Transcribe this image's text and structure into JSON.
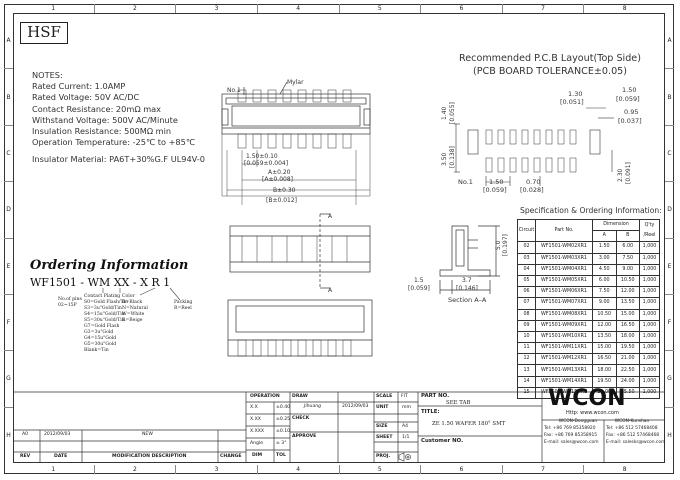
{
  "frame": {
    "columns": [
      "1",
      "2",
      "3",
      "4",
      "5",
      "6",
      "7",
      "8"
    ],
    "rows": [
      "A",
      "B",
      "C",
      "D",
      "E",
      "F",
      "G",
      "H"
    ]
  },
  "logo": "HSF",
  "notes": {
    "heading": "NOTES:",
    "lines": [
      "Rated Current: 1.0AMP",
      "Rated Voltage: 50V AC/DC",
      "Contact Resistance: 20mΩ  max",
      "Withstand Voltage: 500V AC/Minute",
      "Insulation Resistance: 500MΩ  min",
      "Operation Temperature: -25℃  to +85℃"
    ],
    "insulator": "Insulator Material: PA6T+30%G.F UL94V-0"
  },
  "ordering": {
    "title": "Ordering Information",
    "code": "WF1501 - WM XX  -  X R 1",
    "legend": {
      "pins": [
        "No.of pins",
        "02~15P"
      ],
      "plating": [
        "Contact Plating",
        "S0=Gold Flash/Tin",
        "S3=3u\"Gold/Tin",
        "S4=15u\"Gold/Tin",
        "S5=30u\"Gold/Tin",
        "G7=Gold Flash",
        "G3=3u\"Gold",
        "G4=15u\"Gold",
        "G5=30u\"Gold",
        "Blank=Tin"
      ],
      "color": [
        "Color",
        "B=Black",
        "N=Natural",
        "W=White",
        "R=Beige"
      ],
      "packing": [
        "Packing",
        "R=Reel"
      ]
    }
  },
  "drawing": {
    "label_no1": "No.1",
    "label_mylar": "Mylar",
    "dim_150": "1.50±0.10",
    "dim_150_in": "[0.059±0.004]",
    "dim_a02": "A±0.20",
    "dim_a02_in": "[A±0.008]",
    "dim_b03": "B±0.30",
    "dim_b03_in": "[B±0.012]",
    "section_a": "A",
    "side_50": "5.0",
    "side_50_in": "[0.197]",
    "side_15": "1.5",
    "side_15_in": "[0.059]",
    "side_37": "3.7",
    "side_37_in": "[0.146]",
    "section_label": "Section A–A"
  },
  "pcb": {
    "title_line1": "Recommended P.C.B Layout(Top Side)",
    "title_line2": "(PCB BOARD TOLERANCE±0.05)",
    "dim_130": "1.30",
    "dim_130_in": "[0.051]",
    "dim_150": "1.50",
    "dim_150_in": "[0.059]",
    "dim_095": "0.95",
    "dim_095_in": "[0.037]",
    "dim_140": "1.40",
    "dim_140_in": "[0.055]",
    "dim_350": "3.50",
    "dim_350_in": "[0.138]",
    "dim_230": "2.30",
    "dim_230_in": "[0.091]",
    "dim_070": "0.70",
    "dim_070_in": "[0.028]",
    "dim_150b": "1.50",
    "dim_150b_in": "[0.059]",
    "label_no1": "No.1"
  },
  "spec": {
    "title": "Specification & Ordering Information:",
    "headers": {
      "circuit": "Circuit",
      "part": "Part No.",
      "dimension": "Dimension",
      "a": "A",
      "b": "B",
      "qty": "Q'ty /Reel"
    },
    "rows": [
      [
        "02",
        "WF1501-WM02XR1",
        "1.50",
        "6.00",
        "1,000"
      ],
      [
        "03",
        "WF1501-WM03XR1",
        "3.00",
        "7.50",
        "1,000"
      ],
      [
        "04",
        "WF1501-WM04XR1",
        "4.50",
        "9.00",
        "1,000"
      ],
      [
        "05",
        "WF1501-WM05XR1",
        "6.00",
        "10.50",
        "1,000"
      ],
      [
        "06",
        "WF1501-WM06XR1",
        "7.50",
        "12.00",
        "1,000"
      ],
      [
        "07",
        "WF1501-WM07XR1",
        "9.00",
        "13.50",
        "1,000"
      ],
      [
        "08",
        "WF1501-WM08XR1",
        "10.50",
        "15.00",
        "1,000"
      ],
      [
        "09",
        "WF1501-WM09XR1",
        "12.00",
        "16.50",
        "1,000"
      ],
      [
        "10",
        "WF1501-WM10XR1",
        "13.50",
        "18.00",
        "1,000"
      ],
      [
        "11",
        "WF1501-WM11XR1",
        "15.00",
        "19.50",
        "1,000"
      ],
      [
        "12",
        "WF1501-WM12XR1",
        "16.50",
        "21.00",
        "1,000"
      ],
      [
        "13",
        "WF1501-WM13XR1",
        "18.00",
        "22.50",
        "1,000"
      ],
      [
        "14",
        "WF1501-WM14XR1",
        "19.50",
        "24.00",
        "1,000"
      ],
      [
        "15",
        "WF1501-WM15XR1",
        "21.00",
        "25.50",
        "1,000"
      ]
    ]
  },
  "titleblock": {
    "rev_row": {
      "rev": "A0",
      "date": "2012/09/03",
      "desc": "NEW"
    },
    "headers": {
      "rev": "REV",
      "date": "DATE",
      "desc": "MODIFICATION DESCRIPTION",
      "change": "CHANGE"
    },
    "operation": "OPERATION",
    "tolerances": [
      {
        "k": "X.X",
        "v": "±0.40"
      },
      {
        "k": "X.XX",
        "v": "±0.25"
      },
      {
        "k": "X.XXX",
        "v": "±0.10"
      },
      {
        "k": "Angle",
        "v": "± 3°"
      },
      {
        "k": "DIM",
        "v": "TOL"
      }
    ],
    "draw": "DRAW",
    "draw_name": "Jihuang",
    "draw_date": "2012/09/03",
    "check": "CHECK",
    "approve": "APPROVE",
    "scale": "SCALE",
    "fit": "FIT",
    "unit": "UNIT",
    "unit_val": "mm",
    "size": "SIZE",
    "size_val": "A4",
    "sheet": "SHEET",
    "sheet_val": "1/1",
    "proj": "PROJ.",
    "partno_label": "PART NO.",
    "partno_val": "SEE TAB",
    "title_label": "TITLE:",
    "title_val": "ZE 1.50 WAFER 180° SMT",
    "customer_label": "Customer NO.",
    "company": "WCON",
    "url": "Http: www.wcon.com",
    "contact_left": [
      "WCON-Dongguan",
      "Tel: +86 769 85358920",
      "Fax: +86 769 85358915",
      "E-mail: sales@wcon.com"
    ],
    "contact_right": [
      "WCON-Kunshan",
      "Tel: +86 512 57468408",
      "Fax: +86 512 57468468",
      "E-mail: salesks@wcon.com"
    ]
  }
}
